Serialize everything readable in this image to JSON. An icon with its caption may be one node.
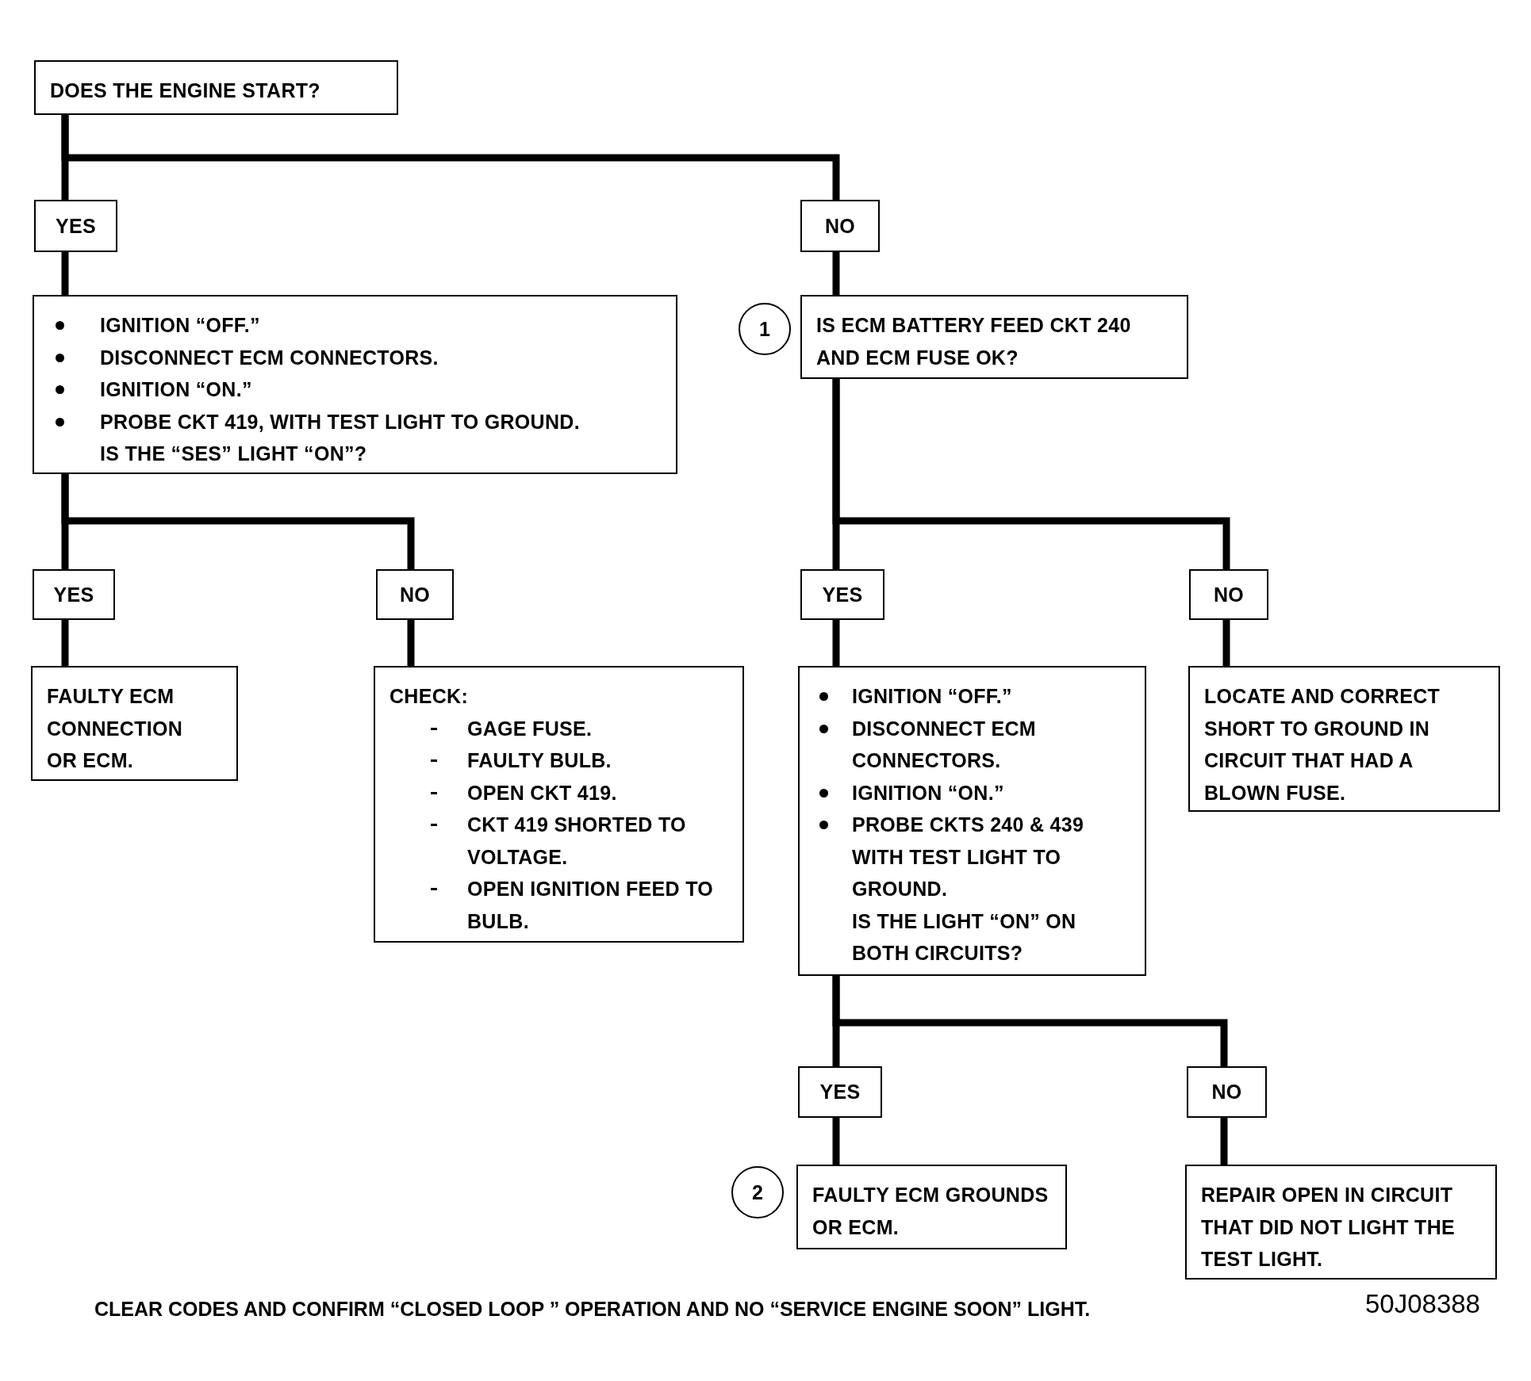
{
  "diagram": {
    "nodes": [
      {
        "text": [
          "DOES THE ENGINE START?"
        ]
      },
      {
        "text": [
          "YES"
        ]
      },
      {
        "text": [
          "NO"
        ]
      },
      {
        "text": [
          "IGNITION “OFF.”",
          "DISCONNECT ECM CONNECTORS.",
          "IGNITION “ON.”",
          "PROBE CKT 419, WITH TEST LIGHT TO GROUND.",
          "IS THE “SES” LIGHT “ON”?"
        ]
      },
      {
        "text": [
          "1"
        ]
      },
      {
        "text": [
          "IS ECM BATTERY FEED CKT 240 AND ECM FUSE OK?"
        ]
      },
      {
        "text": [
          "YES"
        ]
      },
      {
        "text": [
          "NO"
        ]
      },
      {
        "text": [
          "YES"
        ]
      },
      {
        "text": [
          "NO"
        ]
      },
      {
        "text": [
          "FAULTY ECM CONNECTION OR ECM."
        ]
      },
      {
        "text": [
          "CHECK:",
          "GAGE FUSE.",
          "FAULTY BULB.",
          "OPEN CKT 419.",
          "CKT 419 SHORTED TO VOLTAGE.",
          "OPEN IGNITION FEED TO BULB."
        ]
      },
      {
        "text": [
          "IGNITION “OFF.”",
          "DISCONNECT ECM CONNECTORS.",
          "IGNITION “ON.”",
          "PROBE CKTS 240 & 439 WITH TEST LIGHT TO GROUND.",
          "IS THE LIGHT “ON” ON BOTH CIRCUITS?"
        ]
      },
      {
        "text": [
          "LOCATE AND CORRECT SHORT TO GROUND IN CIRCUIT THAT HAD A BLOWN FUSE."
        ]
      },
      {
        "text": [
          "YES"
        ]
      },
      {
        "text": [
          "NO"
        ]
      },
      {
        "text": [
          "2"
        ]
      },
      {
        "text": [
          "FAULTY ECM GROUNDS OR ECM."
        ]
      },
      {
        "text": [
          "REPAIR OPEN IN CIRCUIT THAT DID NOT LIGHT THE TEST LIGHT."
        ]
      }
    ],
    "edges": [
      {
        "from": 0,
        "to": 1,
        "arrow": "none"
      },
      {
        "from": 0,
        "to": 2,
        "arrow": "none"
      },
      {
        "from": 1,
        "to": 3,
        "arrow": "none"
      },
      {
        "from": 2,
        "to": 5,
        "arrow": "none"
      },
      {
        "from": 3,
        "to": 6,
        "arrow": "none"
      },
      {
        "from": 3,
        "to": 7,
        "arrow": "none"
      },
      {
        "from": 5,
        "to": 8,
        "arrow": "none"
      },
      {
        "from": 5,
        "to": 9,
        "arrow": "none"
      },
      {
        "from": 6,
        "to": 10,
        "arrow": "none"
      },
      {
        "from": 7,
        "to": 11,
        "arrow": "none"
      },
      {
        "from": 8,
        "to": 12,
        "arrow": "none"
      },
      {
        "from": 9,
        "to": 13,
        "arrow": "none"
      },
      {
        "from": 12,
        "to": 14,
        "arrow": "none"
      },
      {
        "from": 12,
        "to": 15,
        "arrow": "none"
      },
      {
        "from": 14,
        "to": 17,
        "arrow": "none"
      },
      {
        "from": 15,
        "to": 18,
        "arrow": "none"
      }
    ],
    "labels": [
      "CLEAR CODES AND CONFIRM “CLOSED LOOP ” OPERATION AND NO “SERVICE ENGINE SOON” LIGHT.",
      "50J08388"
    ]
  }
}
